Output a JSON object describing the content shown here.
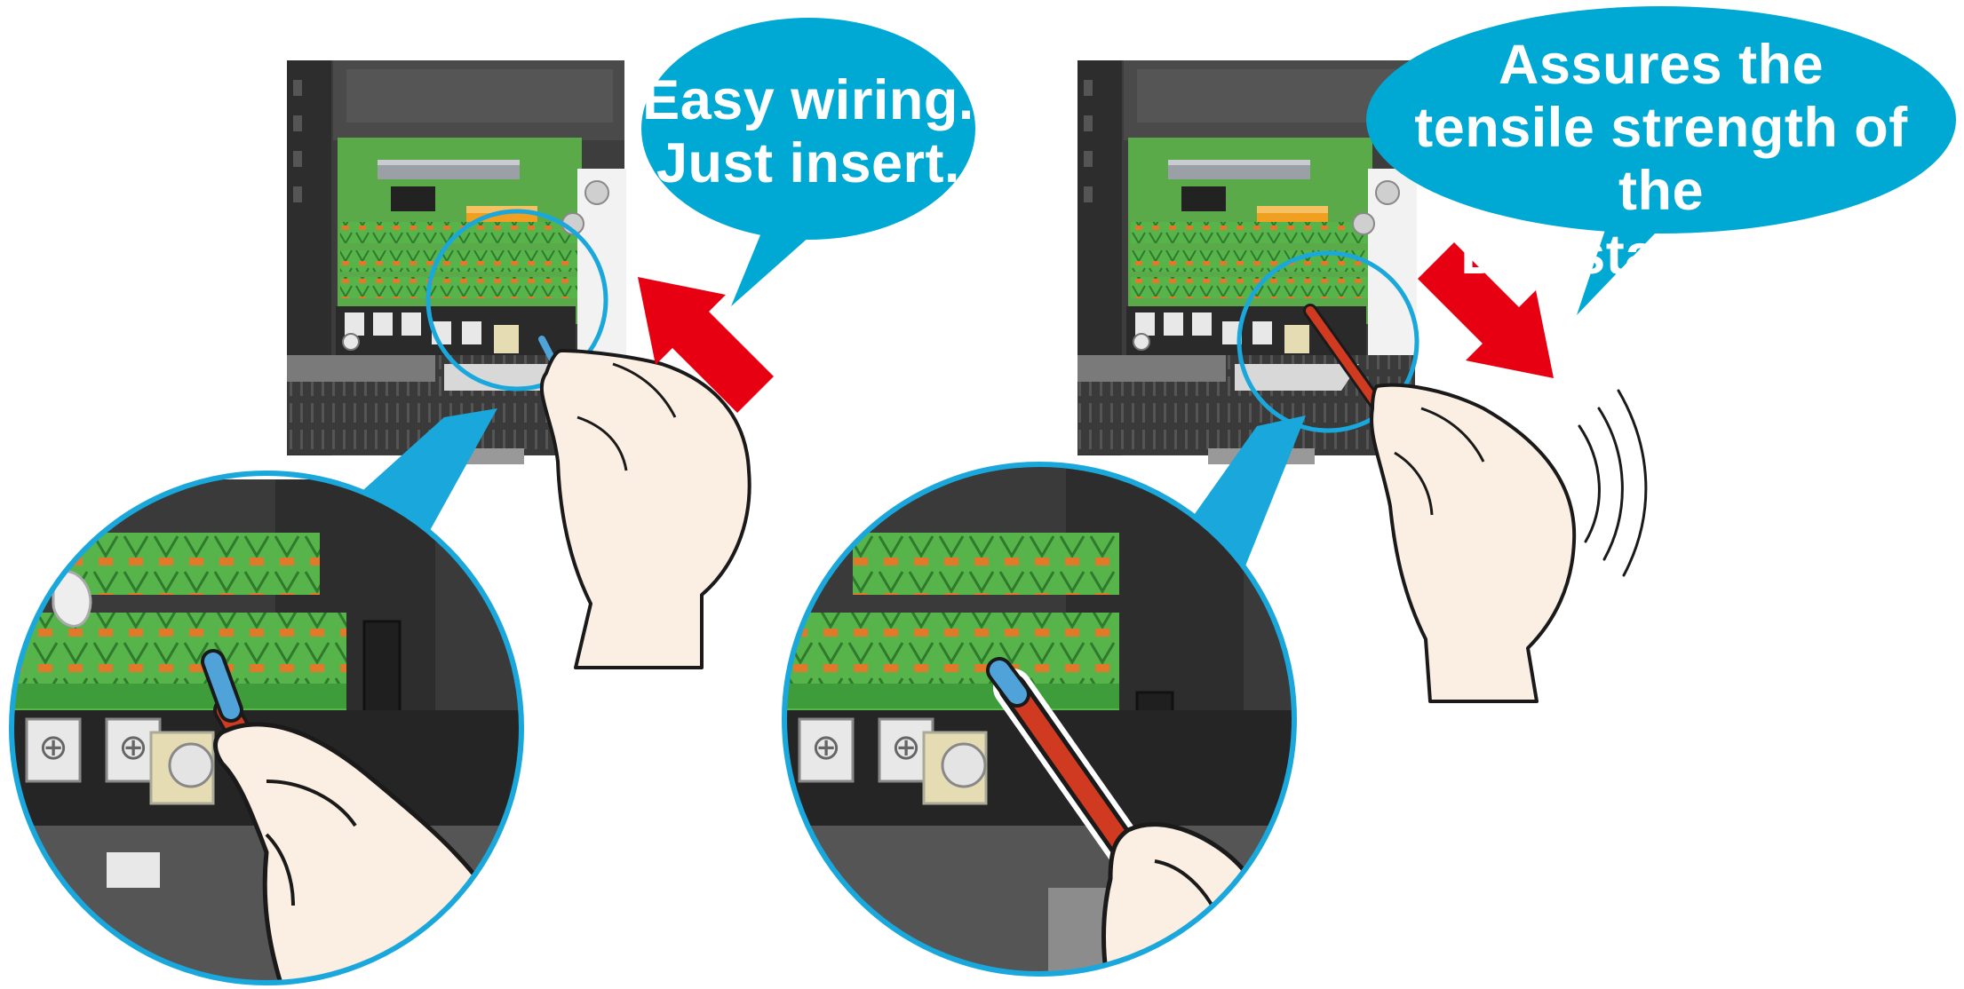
{
  "callouts": {
    "left": {
      "line1": "Easy wiring.",
      "line2": "Just insert."
    },
    "right": {
      "line1": "Assures the",
      "line2": "tensile strength of the",
      "line3": "DIN standards."
    }
  },
  "colors": {
    "bubble": "#00a9d3",
    "arrow": "#e60012",
    "zoom_ring": "#1aa8dc",
    "pcb": "#5aaa4a",
    "terminal_green": "#56b44b",
    "housing": "#3c3c3c",
    "relay": "#f0a020",
    "wire": "#d03a20",
    "ferrule": "#4fa3d8",
    "skin": "#fbeee2"
  },
  "icons": [
    "insert-arrow-icon",
    "pull-arrow-icon",
    "motion-lines-icon"
  ]
}
